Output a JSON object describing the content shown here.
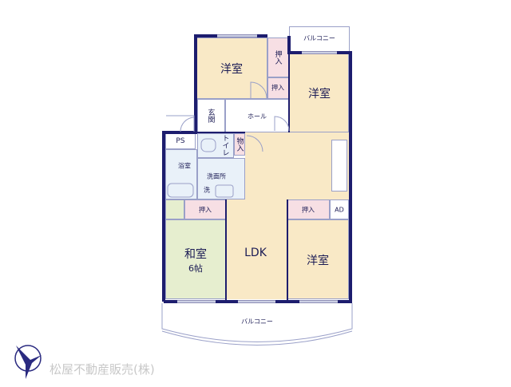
{
  "rooms": {
    "western_top_left": "洋室",
    "closet_top_1": "押入",
    "closet_top_2": "押入",
    "western_top_right": "洋室",
    "balcony_top": "バルコニー",
    "entrance": "玄関",
    "hall": "ホール",
    "ps": "PS",
    "toilet": "トイレ",
    "storage": "物入",
    "bath": "浴室",
    "washroom": "洗面所",
    "washer": "洗",
    "closet_japanese": "押入",
    "japanese_room": "和室",
    "japanese_room_size": "6帖",
    "ldk": "LDK",
    "closet_right": "押入",
    "ad": "AD",
    "western_bottom_right": "洋室",
    "balcony_bottom": "バルコニー"
  },
  "company": "松屋不動産販売(株)",
  "colors": {
    "wall": "#1d1d6e",
    "western": "#f9e9c6",
    "closet": "#f7dfe4",
    "wet": "#e9f1f9",
    "tatami": "#e6eecf"
  }
}
